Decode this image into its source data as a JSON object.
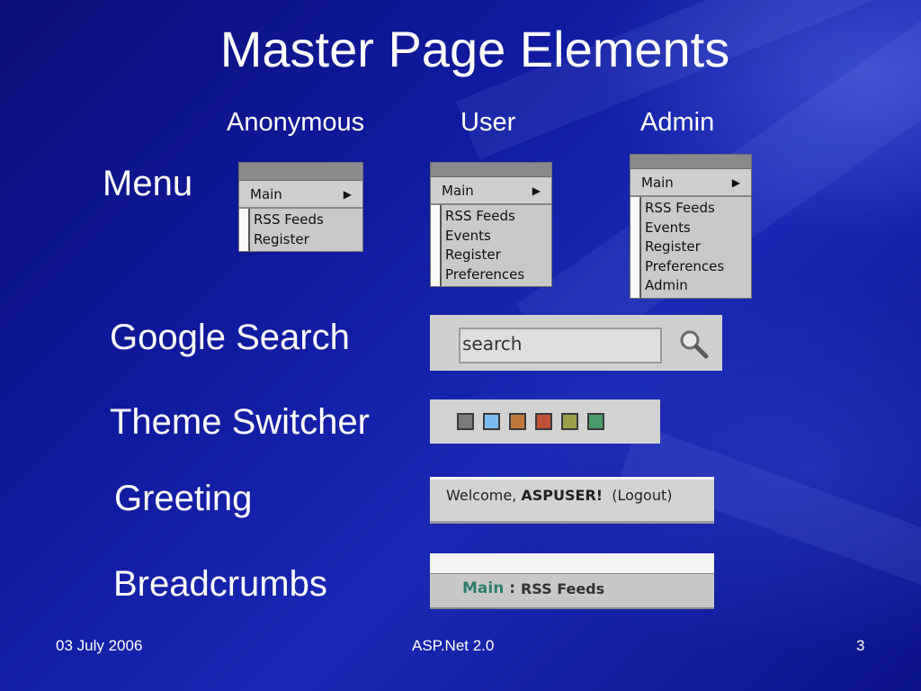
{
  "slide": {
    "title": "Master Page Elements",
    "columns": [
      "Anonymous",
      "User",
      "Admin"
    ],
    "row_labels": {
      "menu": "Menu",
      "search": "Google Search",
      "theme": "Theme Switcher",
      "greeting": "Greeting",
      "breadcrumbs": "Breadcrumbs"
    }
  },
  "menus": {
    "anonymous": {
      "header": "Main",
      "items": [
        "RSS Feeds",
        "Register"
      ]
    },
    "user": {
      "header": "Main",
      "items": [
        "RSS Feeds",
        "Events",
        "Register",
        "Preferences"
      ]
    },
    "admin": {
      "header": "Main",
      "items": [
        "RSS Feeds",
        "Events",
        "Register",
        "Preferences",
        "Admin"
      ]
    }
  },
  "search": {
    "placeholder": "search",
    "icon": "magnifier-icon"
  },
  "theme_switcher": {
    "swatches": [
      "#7a7a7a",
      "#7bbcf0",
      "#c0793a",
      "#c0503a",
      "#9aa04a",
      "#4a9a6a"
    ]
  },
  "greeting": {
    "prefix": "Welcome, ",
    "username": "ASPUSER!",
    "logout": "(Logout)"
  },
  "breadcrumbs": {
    "root": "Main",
    "separator": " : ",
    "current": "RSS Feeds"
  },
  "footer": {
    "date": "03 July 2006",
    "center": "ASP.Net 2.0",
    "page": "3"
  }
}
